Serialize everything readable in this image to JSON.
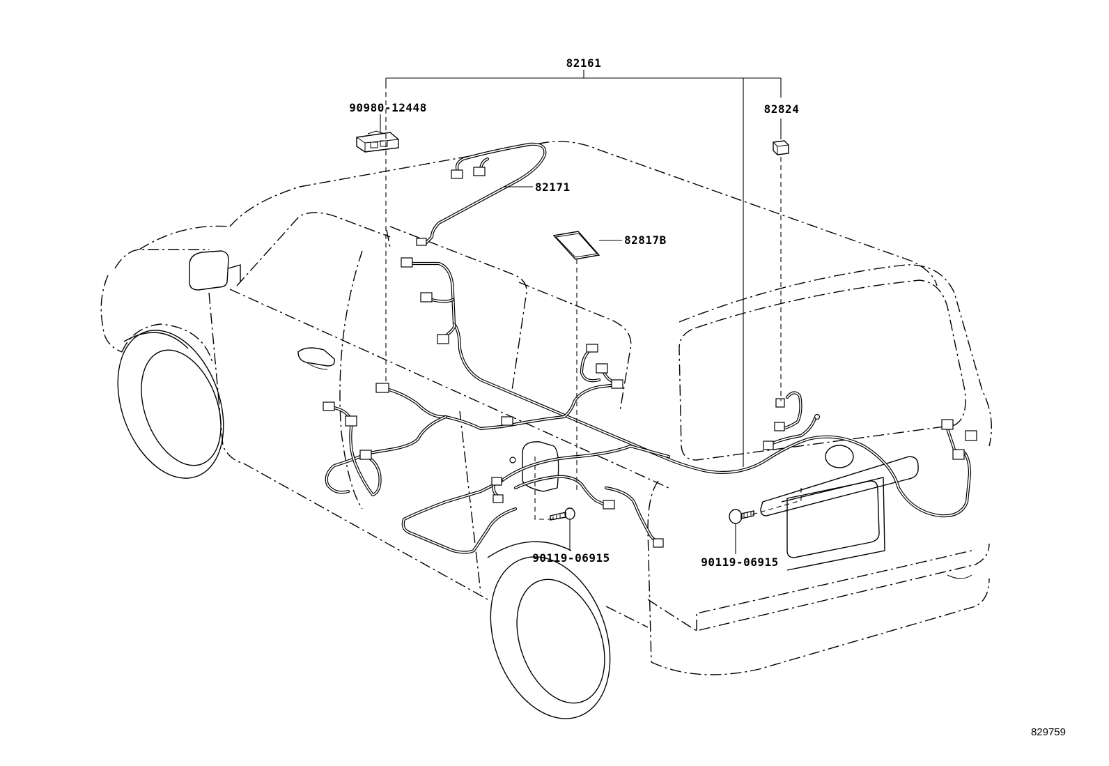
{
  "diagram": {
    "figure_number": "829759",
    "callouts": {
      "main_harness": "82161",
      "clamp_left": "90980-12448",
      "connector_right": "82824",
      "roof_harness": "82171",
      "label_plate": "82817B",
      "bolt_center": "90119-06915",
      "bolt_rear": "90119-06915"
    }
  }
}
